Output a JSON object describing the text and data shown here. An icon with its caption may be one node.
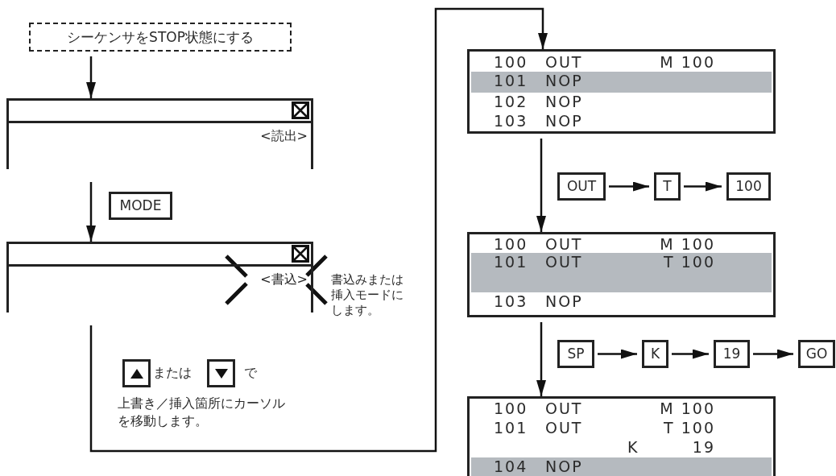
{
  "diagram": {
    "nodes": [
      {
        "text": [
          "シーケンサをSTOP状態にする"
        ]
      },
      {
        "text": [
          "<読出>"
        ]
      },
      {
        "text": [
          "MODE"
        ]
      },
      {
        "text": [
          "<書込>"
        ],
        "beside": [
          "書込みまたは挿入モードにします。"
        ]
      },
      {
        "text": [],
        "shape": "box"
      },
      {
        "text": [],
        "shape": "box"
      },
      {
        "text": [],
        "shape": "box"
      },
      {
        "text": [
          "100",
          "OUT",
          "M 100"
        ],
        "in": 6
      },
      {
        "text": [
          "101",
          "NOP"
        ],
        "in": 6
      },
      {
        "text": [
          "102",
          "NOP"
        ],
        "in": 6
      },
      {
        "text": [
          "103",
          "NOP"
        ],
        "in": 6
      },
      {
        "text": [
          "OUT"
        ]
      },
      {
        "text": [
          "T"
        ]
      },
      {
        "text": [
          "100"
        ]
      },
      {
        "text": [],
        "shape": "box"
      },
      {
        "text": [
          "100",
          "OUT",
          "M 100"
        ],
        "in": 14
      },
      {
        "text": [
          "101",
          "OUT",
          "T 100"
        ],
        "in": 14
      },
      {
        "text": [
          "103",
          "NOP"
        ],
        "in": 14
      },
      {
        "text": [
          "SP"
        ]
      },
      {
        "text": [
          "K"
        ]
      },
      {
        "text": [
          "19"
        ]
      },
      {
        "text": [
          "GO"
        ]
      },
      {
        "text": [],
        "shape": "box"
      },
      {
        "text": [
          "100",
          "OUT",
          "M 100"
        ],
        "in": 22
      },
      {
        "text": [
          "101",
          "OUT",
          "T 100"
        ],
        "in": 22
      },
      {
        "text": [
          "K",
          "19"
        ],
        "in": 22
      },
      {
        "text": [
          "104",
          "NOP"
        ],
        "in": 22
      }
    ],
    "edges": [
      {
        "from": 0,
        "to": 1,
        "arrow": "to"
      },
      {
        "from": 1,
        "to": 3,
        "arrow": "to"
      },
      {
        "from": 3,
        "to": 6,
        "arrow": "to"
      },
      {
        "from": 6,
        "to": 14,
        "arrow": "to"
      },
      {
        "from": 14,
        "to": 22,
        "arrow": "to"
      },
      {
        "from": 11,
        "to": 12,
        "arrow": "to"
      },
      {
        "from": 12,
        "to": 13,
        "arrow": "to"
      },
      {
        "from": 18,
        "to": 19,
        "arrow": "to"
      },
      {
        "from": 19,
        "to": 20,
        "arrow": "to"
      },
      {
        "from": 20,
        "to": 21,
        "arrow": "to"
      }
    ],
    "labels": [
      "または",
      "で",
      "上書き／挿入箇所にカーソルを移動します。"
    ]
  }
}
